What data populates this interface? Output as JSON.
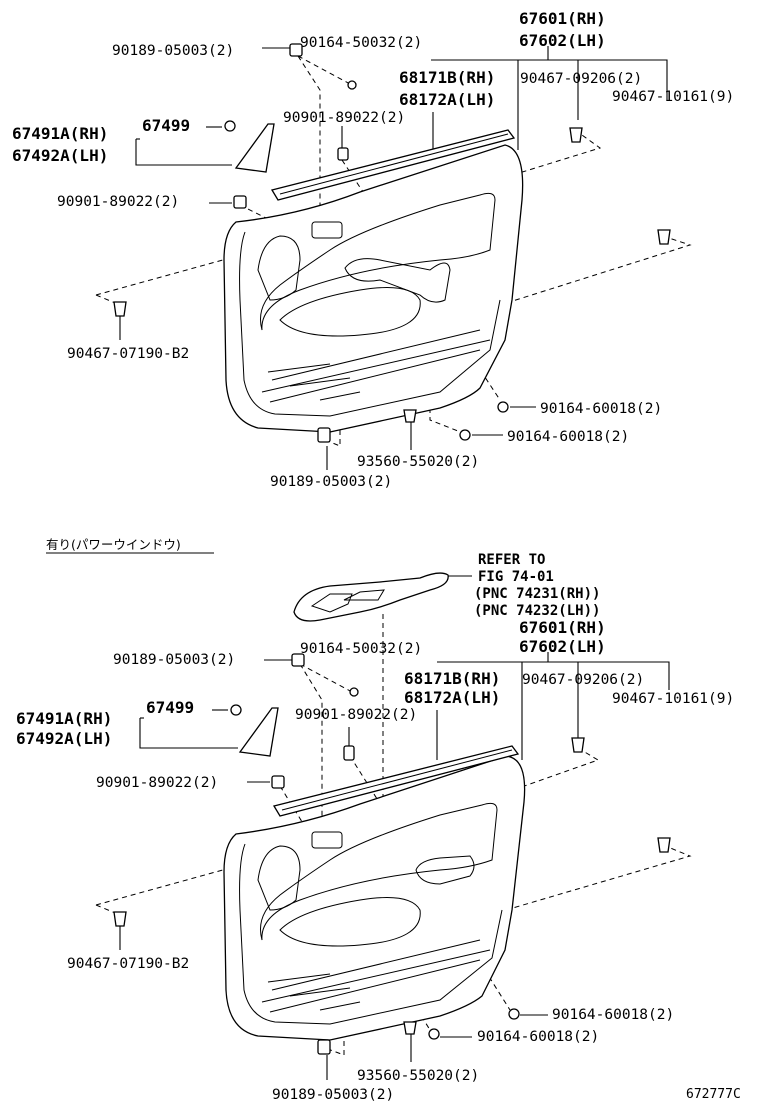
{
  "diagram": {
    "top": {
      "labels": {
        "p67601": "67601(RH)",
        "p67602": "67602(LH)",
        "p90189a": "90189-05003(2)",
        "p90164a": "90164-50032(2)",
        "p68171": "68171B(RH)",
        "p68172": "68172A(LH)",
        "p90467a": "90467-09206(2)",
        "p90467b": "90467-10161(9)",
        "p67491": "67491A(RH)",
        "p67492": "67492A(LH)",
        "p67499": "67499",
        "p90901a": "90901-89022(2)",
        "p90901b": "90901-89022(2)",
        "p90467c": "90467-07190-B2",
        "p90164b": "90164-60018(2)",
        "p90164c": "90164-60018(2)",
        "p93560": "93560-55020(2)",
        "p90189b": "90189-05003(2)"
      }
    },
    "section_note": "有り(パワーウインドウ)",
    "bottom": {
      "refer": {
        "line1": "REFER TO",
        "line2": "FIG 74-01",
        "line3": "(PNC 74231(RH))",
        "line4": "(PNC 74232(LH))"
      },
      "labels": {
        "p67601": "67601(RH)",
        "p67602": "67602(LH)",
        "p90164a": "90164-50032(2)",
        "p90189a": "90189-05003(2)",
        "p68171": "68171B(RH)",
        "p68172": "68172A(LH)",
        "p90467a": "90467-09206(2)",
        "p90467b": "90467-10161(9)",
        "p67491": "67491A(RH)",
        "p67492": "67492A(LH)",
        "p67499": "67499",
        "p90901a": "90901-89022(2)",
        "p90901b": "90901-89022(2)",
        "p90467c": "90467-07190-B2",
        "p90164b": "90164-60018(2)",
        "p90164c": "90164-60018(2)",
        "p93560": "93560-55020(2)",
        "p90189b": "90189-05003(2)"
      }
    },
    "figure_code": "672777C"
  }
}
